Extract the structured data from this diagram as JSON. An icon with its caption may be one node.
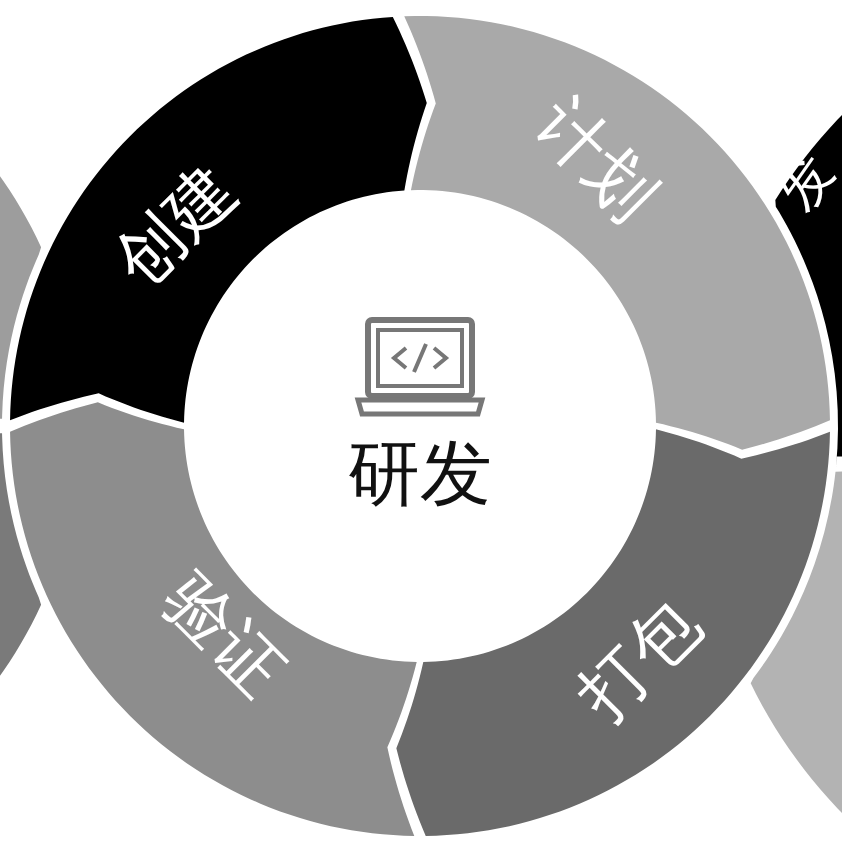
{
  "diagram": {
    "nodes": [
      {
        "text": [],
        "shape": "arc"
      },
      {
        "text": [
          "创建"
        ]
      },
      {
        "text": [
          "计划"
        ]
      },
      {
        "text": [
          "发"
        ]
      },
      {
        "text": [
          "研发"
        ]
      },
      {
        "text": [],
        "shape": "arc"
      },
      {
        "text": [
          "验证"
        ]
      },
      {
        "text": [
          "打包"
        ]
      },
      {
        "text": [],
        "shape": "arc"
      }
    ]
  }
}
